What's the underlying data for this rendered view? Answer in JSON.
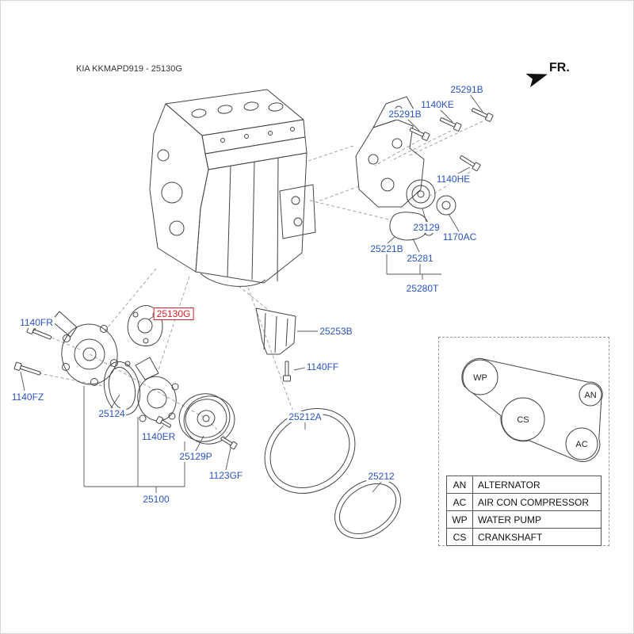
{
  "header": {
    "doc_code": "KIA KKMAPD919 - 25130G",
    "fr_label": "FR."
  },
  "colors": {
    "part_label": "#2953c4",
    "highlight": "#d91f26",
    "line_art": "#444444"
  },
  "part_labels": [
    {
      "text": "25291B",
      "highlighted": false
    },
    {
      "text": "1140KE",
      "highlighted": false
    },
    {
      "text": "25291B",
      "highlighted": false
    },
    {
      "text": "1140HE",
      "highlighted": false
    },
    {
      "text": "23129",
      "highlighted": false
    },
    {
      "text": "1170AC",
      "highlighted": false
    },
    {
      "text": "25221B",
      "highlighted": false
    },
    {
      "text": "25281",
      "highlighted": false
    },
    {
      "text": "25280T",
      "highlighted": false
    },
    {
      "text": "1140FR",
      "highlighted": false
    },
    {
      "text": "25130G",
      "highlighted": true
    },
    {
      "text": "25253B",
      "highlighted": false
    },
    {
      "text": "1140FF",
      "highlighted": false
    },
    {
      "text": "1140FZ",
      "highlighted": false
    },
    {
      "text": "25124",
      "highlighted": false
    },
    {
      "text": "1140ER",
      "highlighted": false
    },
    {
      "text": "25129P",
      "highlighted": false
    },
    {
      "text": "25212A",
      "highlighted": false
    },
    {
      "text": "1123GF",
      "highlighted": false
    },
    {
      "text": "25212",
      "highlighted": false
    },
    {
      "text": "25100",
      "highlighted": false
    }
  ],
  "belt_diagram": {
    "pulleys": [
      {
        "code": "WP"
      },
      {
        "code": "CS"
      },
      {
        "code": "AC"
      },
      {
        "code": "AN"
      }
    ]
  },
  "legend": {
    "rows": [
      {
        "code": "AN",
        "name": "ALTERNATOR"
      },
      {
        "code": "AC",
        "name": "AIR CON COMPRESSOR"
      },
      {
        "code": "WP",
        "name": "WATER PUMP"
      },
      {
        "code": "CS",
        "name": "CRANKSHAFT"
      }
    ]
  }
}
